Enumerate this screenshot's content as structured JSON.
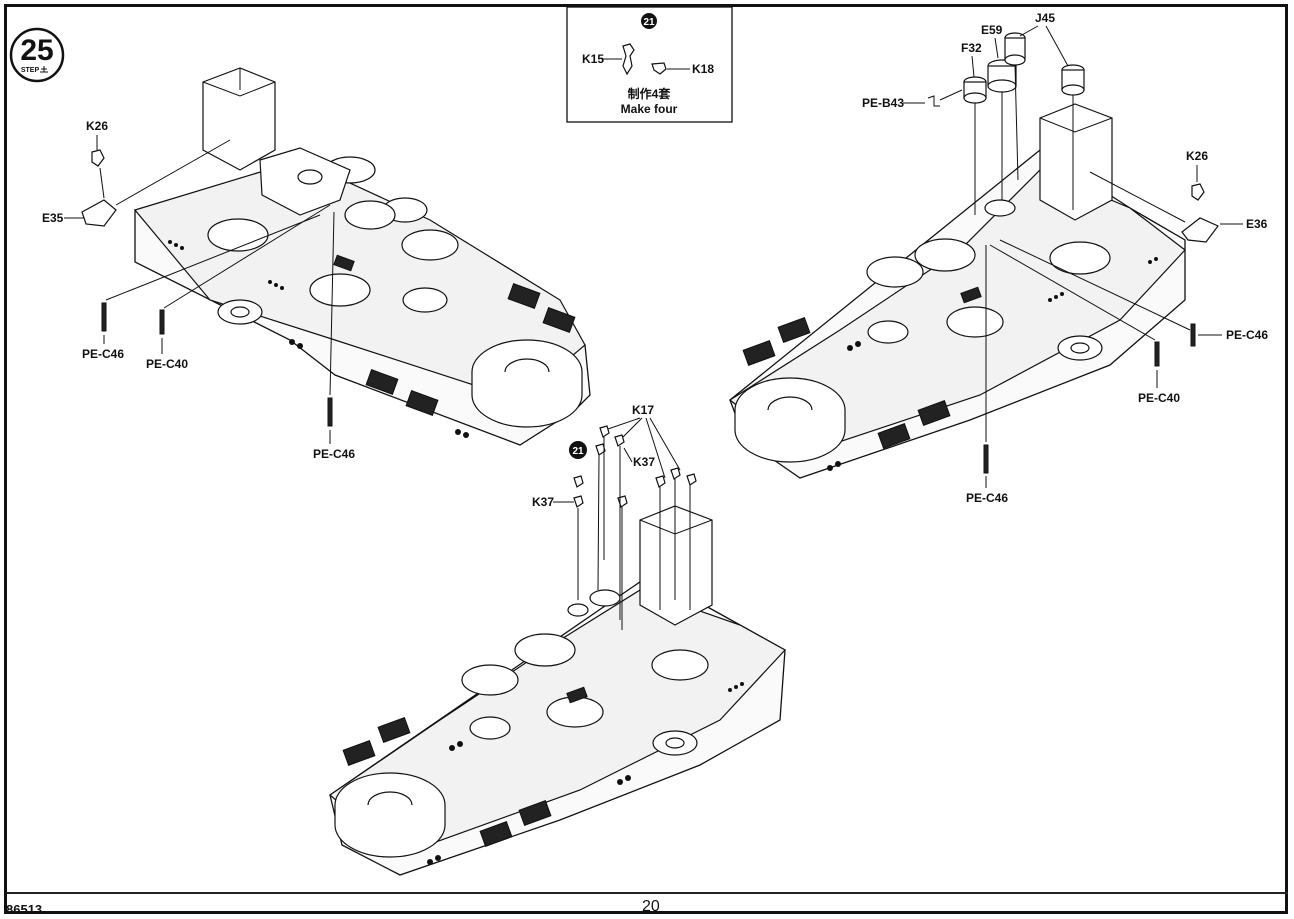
{
  "step": {
    "number": "25",
    "label": "STEP"
  },
  "inset": {
    "badge": "21",
    "parts": [
      "K15",
      "K18"
    ],
    "caption_cn": "制作4套",
    "caption_en": "Make four"
  },
  "assembly_left": {
    "labels": [
      "K26",
      "E35",
      "PE-C46",
      "PE-C40",
      "PE-C46"
    ]
  },
  "assembly_right": {
    "labels": [
      "E59",
      "J45",
      "F32",
      "PE-B43",
      "K26",
      "E36",
      "PE-C46",
      "PE-C40",
      "PE-C46"
    ]
  },
  "assembly_bottom": {
    "badge": "21",
    "labels": [
      "K17",
      "K37",
      "K37"
    ]
  },
  "footer": {
    "code": "86513",
    "page": "20"
  }
}
